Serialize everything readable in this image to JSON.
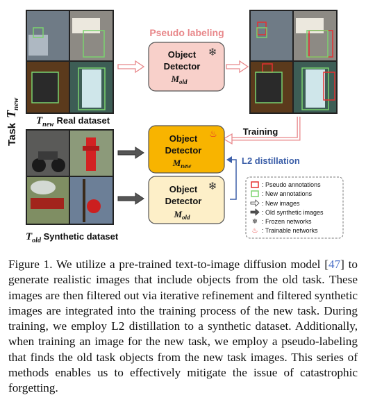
{
  "figure": {
    "task_label": "Task",
    "t_new": {
      "letter": "T",
      "sub": "new"
    },
    "t_old": {
      "letter": "T",
      "sub": "old"
    },
    "real_dataset_label": "Real dataset",
    "synthetic_dataset_label": "Synthetic dataset",
    "pseudo_labeling": "Pseudo labeling",
    "training": "Training",
    "l2_distillation": "L2 distillation",
    "detector_top": {
      "line1": "Object",
      "line2": "Detector",
      "model": "M",
      "sub": "old"
    },
    "detector_new": {
      "line1": "Object",
      "line2": "Detector",
      "model": "M",
      "sub": "new"
    },
    "detector_bottom": {
      "line1": "Object",
      "line2": "Detector",
      "model": "M",
      "sub": "old"
    },
    "legend": [
      {
        "icon": "red-box-icon",
        "text": ": Pseudo annotations"
      },
      {
        "icon": "green-box-icon",
        "text": ": New annotations"
      },
      {
        "icon": "white-arrow-icon",
        "text": ": New images"
      },
      {
        "icon": "dark-arrow-icon",
        "text": ": Old synthetic images"
      },
      {
        "icon": "snowflake-icon",
        "text": ": Frozen networks"
      },
      {
        "icon": "flame-icon",
        "text": ": Trainable networks"
      }
    ],
    "colors": {
      "pink": "#f8d0ca",
      "orange": "#f8b400",
      "cream": "#fdefc8",
      "blue_label": "#3b5ea8",
      "pink_label": "#e8878a"
    }
  },
  "caption": {
    "part1": "Figure 1.   We utilize a pre-trained text-to-image diffusion model [",
    "ref": "47",
    "part2": "] to generate realistic images that include objects from the old task. These images are then filtered out via iterative refinement and filtered synthetic images are integrated into the training process of the new task. During training, we employ L2 distillation to a synthetic dataset. Additionally, when training an image for the new task, we employ a pseudo-labeling that finds the old task objects from the new task images. This series of methods enables us to effectively mitigate the issue of catastrophic forgetting."
  }
}
